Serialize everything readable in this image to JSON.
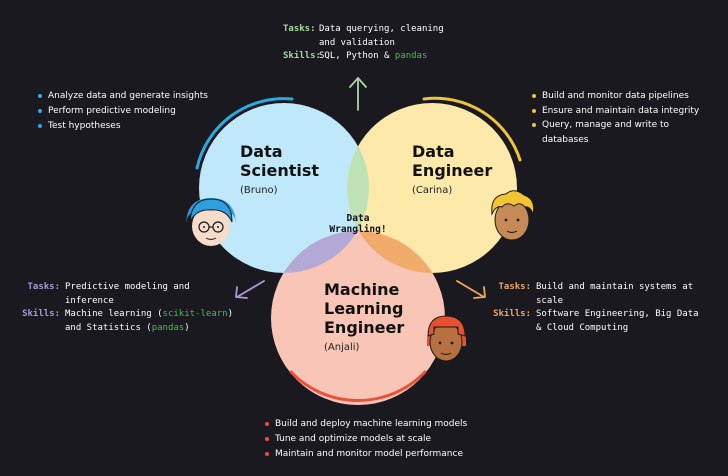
{
  "colors": {
    "background": "#19191f",
    "data_scientist": "#bfe8fa",
    "data_engineer": "#fde9a9",
    "ml_engineer": "#f8c5b6",
    "ds_de_overlap": "#bfe2b4",
    "ds_ml_overlap": "#b3a9d6",
    "de_ml_overlap": "#f1ab6a",
    "center": "#ffffff",
    "ds_accent": "#29abe2",
    "de_accent": "#f0c33a",
    "ml_accent": "#e8523a",
    "tasks_green": "#a8d8a0",
    "tasks_purple": "#a89ad8",
    "tasks_orange": "#f0a860",
    "pandas_green": "#3fbf5a"
  },
  "roles": {
    "data_scientist": {
      "title_line1": "Data",
      "title_line2": "Scientist",
      "person": "(Bruno)"
    },
    "data_engineer": {
      "title_line1": "Data",
      "title_line2": "Engineer",
      "person": "(Carina)"
    },
    "ml_engineer": {
      "title_line1": "Machine",
      "title_line2": "Learning",
      "title_line3": "Engineer",
      "person": "(Anjali)"
    }
  },
  "center": {
    "line1": "Data",
    "line2": "Wrangling!"
  },
  "top_block": {
    "tasks_label": "Tasks:",
    "tasks_line1": "Data querying, cleaning",
    "tasks_line2": "and validation",
    "skills_label": "Skills:",
    "skills_text": "SQL, Python & ",
    "skills_highlight": "pandas"
  },
  "left_block": {
    "tasks_label": "Tasks:",
    "tasks_line1": "Predictive modeling and",
    "tasks_line2": "inference",
    "skills_label": "Skills:",
    "skills_line1_text": "Machine learning (",
    "skills_line1_highlight": "scikit-learn",
    "skills_line1_end": ")",
    "skills_line2_text": "and Statistics (",
    "skills_line2_highlight": "pandas",
    "skills_line2_end": ")"
  },
  "right_block": {
    "tasks_label": "Tasks:",
    "tasks_line1": "Build and maintain systems at",
    "tasks_line2": "scale",
    "skills_label": "Skills:",
    "skills_line1": "Software Engineering, Big Data",
    "skills_line2": "& Cloud Computing"
  },
  "ds_bullets": [
    "Analyze data and generate insights",
    "Perform predictive modeling",
    "Test hypotheses"
  ],
  "de_bullets": [
    "Build and monitor data pipelines",
    "Ensure and maintain data integrity",
    "Query, manage and write to",
    "databases"
  ],
  "ml_bullets": [
    "Build and deploy machine learning models",
    "Tune and optimize models at scale",
    "Maintain and monitor model performance"
  ]
}
